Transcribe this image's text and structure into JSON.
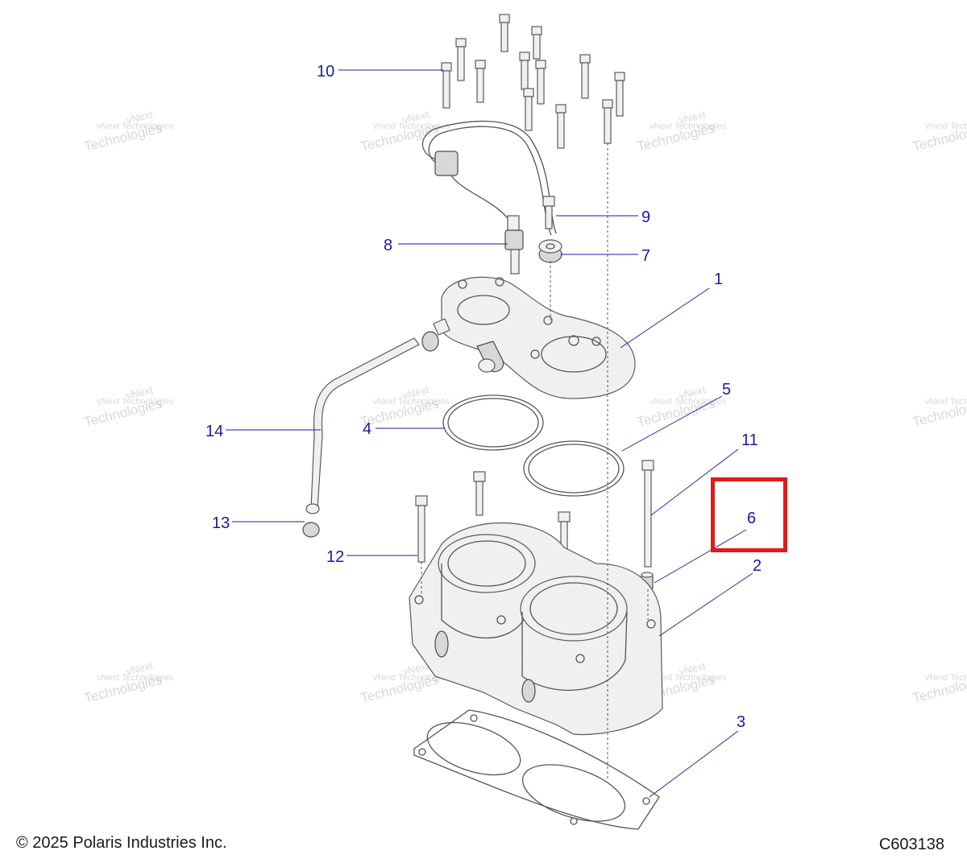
{
  "diagram": {
    "callouts": [
      {
        "id": "1",
        "label": "1"
      },
      {
        "id": "2",
        "label": "2"
      },
      {
        "id": "3",
        "label": "3"
      },
      {
        "id": "4",
        "label": "4"
      },
      {
        "id": "5",
        "label": "5"
      },
      {
        "id": "6",
        "label": "6"
      },
      {
        "id": "7",
        "label": "7"
      },
      {
        "id": "8",
        "label": "8"
      },
      {
        "id": "9",
        "label": "9"
      },
      {
        "id": "10",
        "label": "10"
      },
      {
        "id": "11",
        "label": "11"
      },
      {
        "id": "12",
        "label": "12"
      },
      {
        "id": "13",
        "label": "13"
      },
      {
        "id": "14",
        "label": "14"
      }
    ],
    "highlighted_callout": "6",
    "highlight_color": "#e01b1b",
    "callout_color": "#1a1aa8"
  },
  "watermark": {
    "line1": "vNext",
    "line2": "vNext Technologies",
    "line3": "Technologies"
  },
  "footer": {
    "copyright": "© 2025 Polaris Industries Inc.",
    "drawing_id": "C603138"
  }
}
